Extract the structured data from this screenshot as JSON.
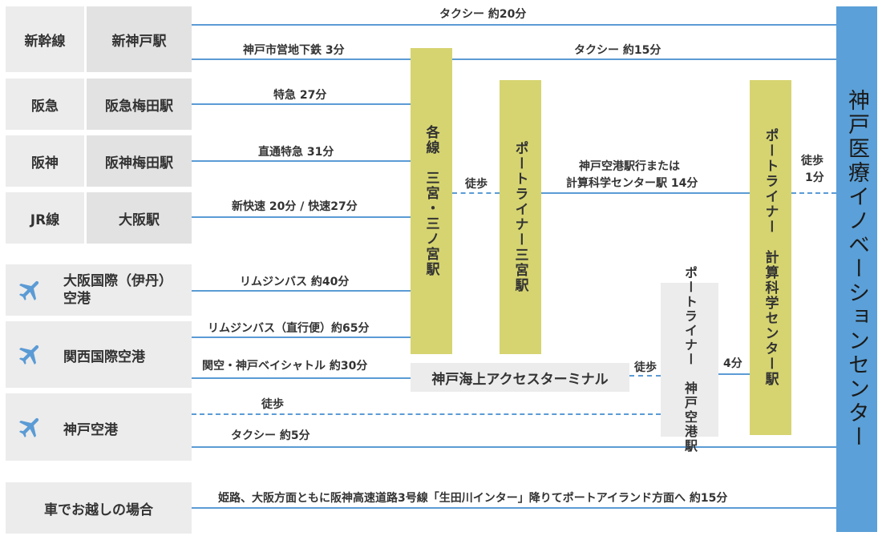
{
  "colors": {
    "line": "#5b9bd5",
    "station": "#d6d470",
    "destination": "#5ba0d8",
    "box_light": "#ececec",
    "box_dark": "#e2e2e2"
  },
  "lines": [
    {
      "line": "新幹線",
      "station": "新神戸駅"
    },
    {
      "line": "阪急",
      "station": "阪急梅田駅"
    },
    {
      "line": "阪神",
      "station": "阪神梅田駅"
    },
    {
      "line": "JR線",
      "station": "大阪駅"
    }
  ],
  "airports": [
    {
      "icon": "airplane-icon",
      "name_line1": "大阪国際（伊丹）",
      "name_line2": "空港"
    },
    {
      "icon": "airplane-icon",
      "name": "関西国際空港"
    },
    {
      "icon": "airplane-icon",
      "name": "神戸空港"
    }
  ],
  "car": {
    "label": "車でお越しの場合",
    "route": "姫路、大阪方面ともに阪神高速道路3号線「生田川インター」降りてポートアイランド方面へ 約15分"
  },
  "routes": {
    "taxi_20": "タクシー 約20分",
    "subway_3": "神戸市営地下鉄 3分",
    "taxi_15": "タクシー 約15分",
    "hankyu": "特急 27分",
    "hanshin": "直通特急 31分",
    "jr": "新快速 20分 / 快速27分",
    "itami_bus": "リムジンバス 約40分",
    "kix_bus": "リムジンバス（直行便）約65分",
    "kix_shuttle": "関空・神戸ベイシャトル 約30分",
    "walk": "徒歩",
    "taxi_5": "タクシー 約5分",
    "walk_transfer": "徒歩",
    "portliner_l1": "神戸空港駅行または",
    "portliner_l2": "計算科学センター駅 14分",
    "walk_final_l1": "徒歩",
    "walk_final_l2": "1分",
    "four_min": "4分",
    "terminal_walk": "徒歩"
  },
  "stations": {
    "sannomiya": "各線　三宮・三ノ宮駅",
    "portliner_sannomiya": "ポートライナー三宮駅",
    "portliner_keisan": "ポートライナー　計算科学センター駅",
    "portliner_airport": "ポートライナー　神戸空港駅",
    "terminal": "神戸海上アクセスターミナル"
  },
  "destination": "神戸医療イノベーションセンター"
}
